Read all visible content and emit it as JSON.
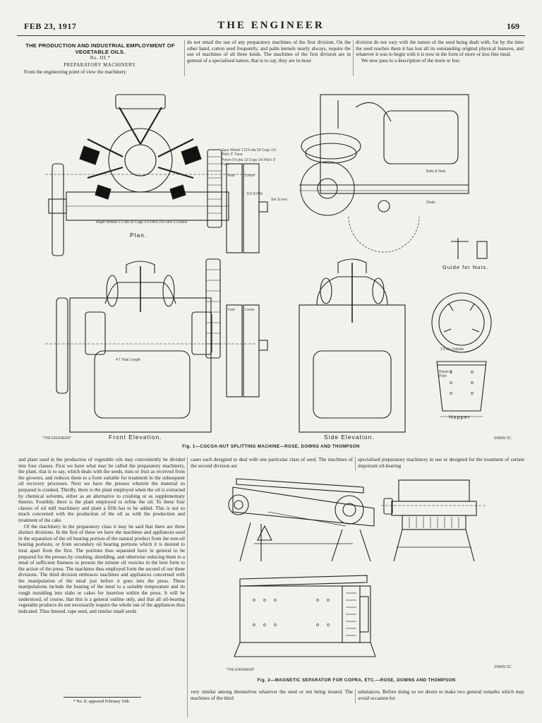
{
  "header": {
    "date": "FEB 23, 1917",
    "title": "THE ENGINEER",
    "page_number": "169"
  },
  "article": {
    "title": "THE PRODUCTION AND INDUSTRIAL EMPLOYMENT OF VEGETABLE OILS.",
    "part": "No. III.*",
    "section": "PREPARATORY MACHINERY.",
    "col1_top": "From the engineering point of view the machinery",
    "col2_top": "do not entail the use of any preparatory machines of the first division. On the other hand, cotton seed frequently, and palm kernels nearly always, require the use of machines of all three kinds. The machines of the first division are in general of a specialised nature, that is to say, they are in most",
    "col3_top": "division do not vary with the nature of the seed being dealt with, for by the time the seed reaches them it has lost all its outstanding original physical features, and whatever it was to begin with it is now in the form of more or less fine meal.",
    "col3_top_b": "We now pass to a description of the more or less",
    "col1_bottom": [
      "and plant used in the production of vegetable oils may conveniently be divided into four classes. First we have what may be called the preparatory machinery, the plant, that is to say, which deals with the seeds, nuts or fruit as received from the growers, and reduces them to a form suitable for treatment in the subsequent oil recovery processes. Next we have the presses wherein the material so prepared is crushed. Thirdly, there is the plant employed when the oil is extracted by chemical solvents, either as an alternative to crushing or as supplementary thereto. Fourthly, there is the plant employed to refine the oil. To these four classes of oil mill machinery and plant a fifth has to be added. This is not so much concerned with the production of the oil as with the production and treatment of the cake.",
      "Of the machinery in the preparatory class it may be said that there are three distinct divisions. In the first of these we have the machines and appliances used in the separation of the oil bearing portion of the natural product from the non-oil bearing portions, or from secondary oil bearing portions which it is desired to treat apart from the first. The portions thus separated have in general to be prepared for the presses by crushing, shredding, and otherwise reducing them to a meal of sufficient fineness to present the minute oil vesicles in the best form to the action of the press. The machines thus employed form the second of our three divisions. The third division embraces machines and appliances concerned with the manipulation of the meal just before it goes into the press. These manipulations include the heating of the meal to a suitable temperature and its rough moulding into slabs or cakes for insertion within the press. It will be understood, of course, that this is a general outline only, and that all oil-bearing vegetable products do not necessarily require the whole run of the appliances thus indicated. Thus linseed, rape seed, and similar small seeds"
    ],
    "col2_mid": "cases each designed to deal with one particular class of seed. The machines of the second division are",
    "col3_mid": "specialised preparatory machinery in use or designed for the treatment of certain important oil-bearing",
    "col2_bottom": "very similar among themselves whatever the seed or nut being treated. The machines of the third",
    "col3_bottom": "substances. Before doing so we desire to make two general remarks which may avoid occasion for",
    "footnote": "* No. II. appeared February 16th."
  },
  "figure1": {
    "caption": "Fig. 1—COCOA-NUT SPLITTING MACHINE—ROSE, DOWNS AND THOMPSON",
    "labels": {
      "plan": "Plan.",
      "front": "Front Elevation.",
      "side": "Side Elevation.",
      "guide": "Guide for Nuts.",
      "hopper": "Hopper",
      "engineer_mark": "\"THE ENGINEER\"",
      "engraver": "SWAIN SC."
    },
    "annotations": {
      "spur_wheel": "Spur Wheel 1'11⅜ dia 58 Cogs 1⅜ Pitch 3\" Face",
      "pinion": "Pinion 5⅝ dia 13 Cogs 1⅜ Pitch 3\" Face",
      "angle_wheels": "Angle Wheels 1'2 dia 30 Cogs 1⅜ Pitch 2⅜ Face 1⅞ Back",
      "fast": "Fast",
      "loose": "Loose",
      "rpm": "110 R.P.M.",
      "total_length": "4'7 Total Length",
      "set_screw": "Set Screw",
      "studs": "Studs",
      "bolts_nuts": "Bolts & Nuts",
      "dia_outside": "1'3 dia Outside",
      "rivets": "Rivets 2 Pitch"
    }
  },
  "figure2": {
    "caption": "Fig. 2—MAGNETIC SEPARATOR FOR COPRA, ETC.—ROSE, DOWNS AND THOMPSON",
    "labels": {
      "engineer_mark": "\"THE ENGINEER\"",
      "engraver": "SWAIN SC."
    }
  },
  "colors": {
    "paper": "#f3f1ec",
    "ink": "#1c1c1c",
    "line": "#333333"
  }
}
